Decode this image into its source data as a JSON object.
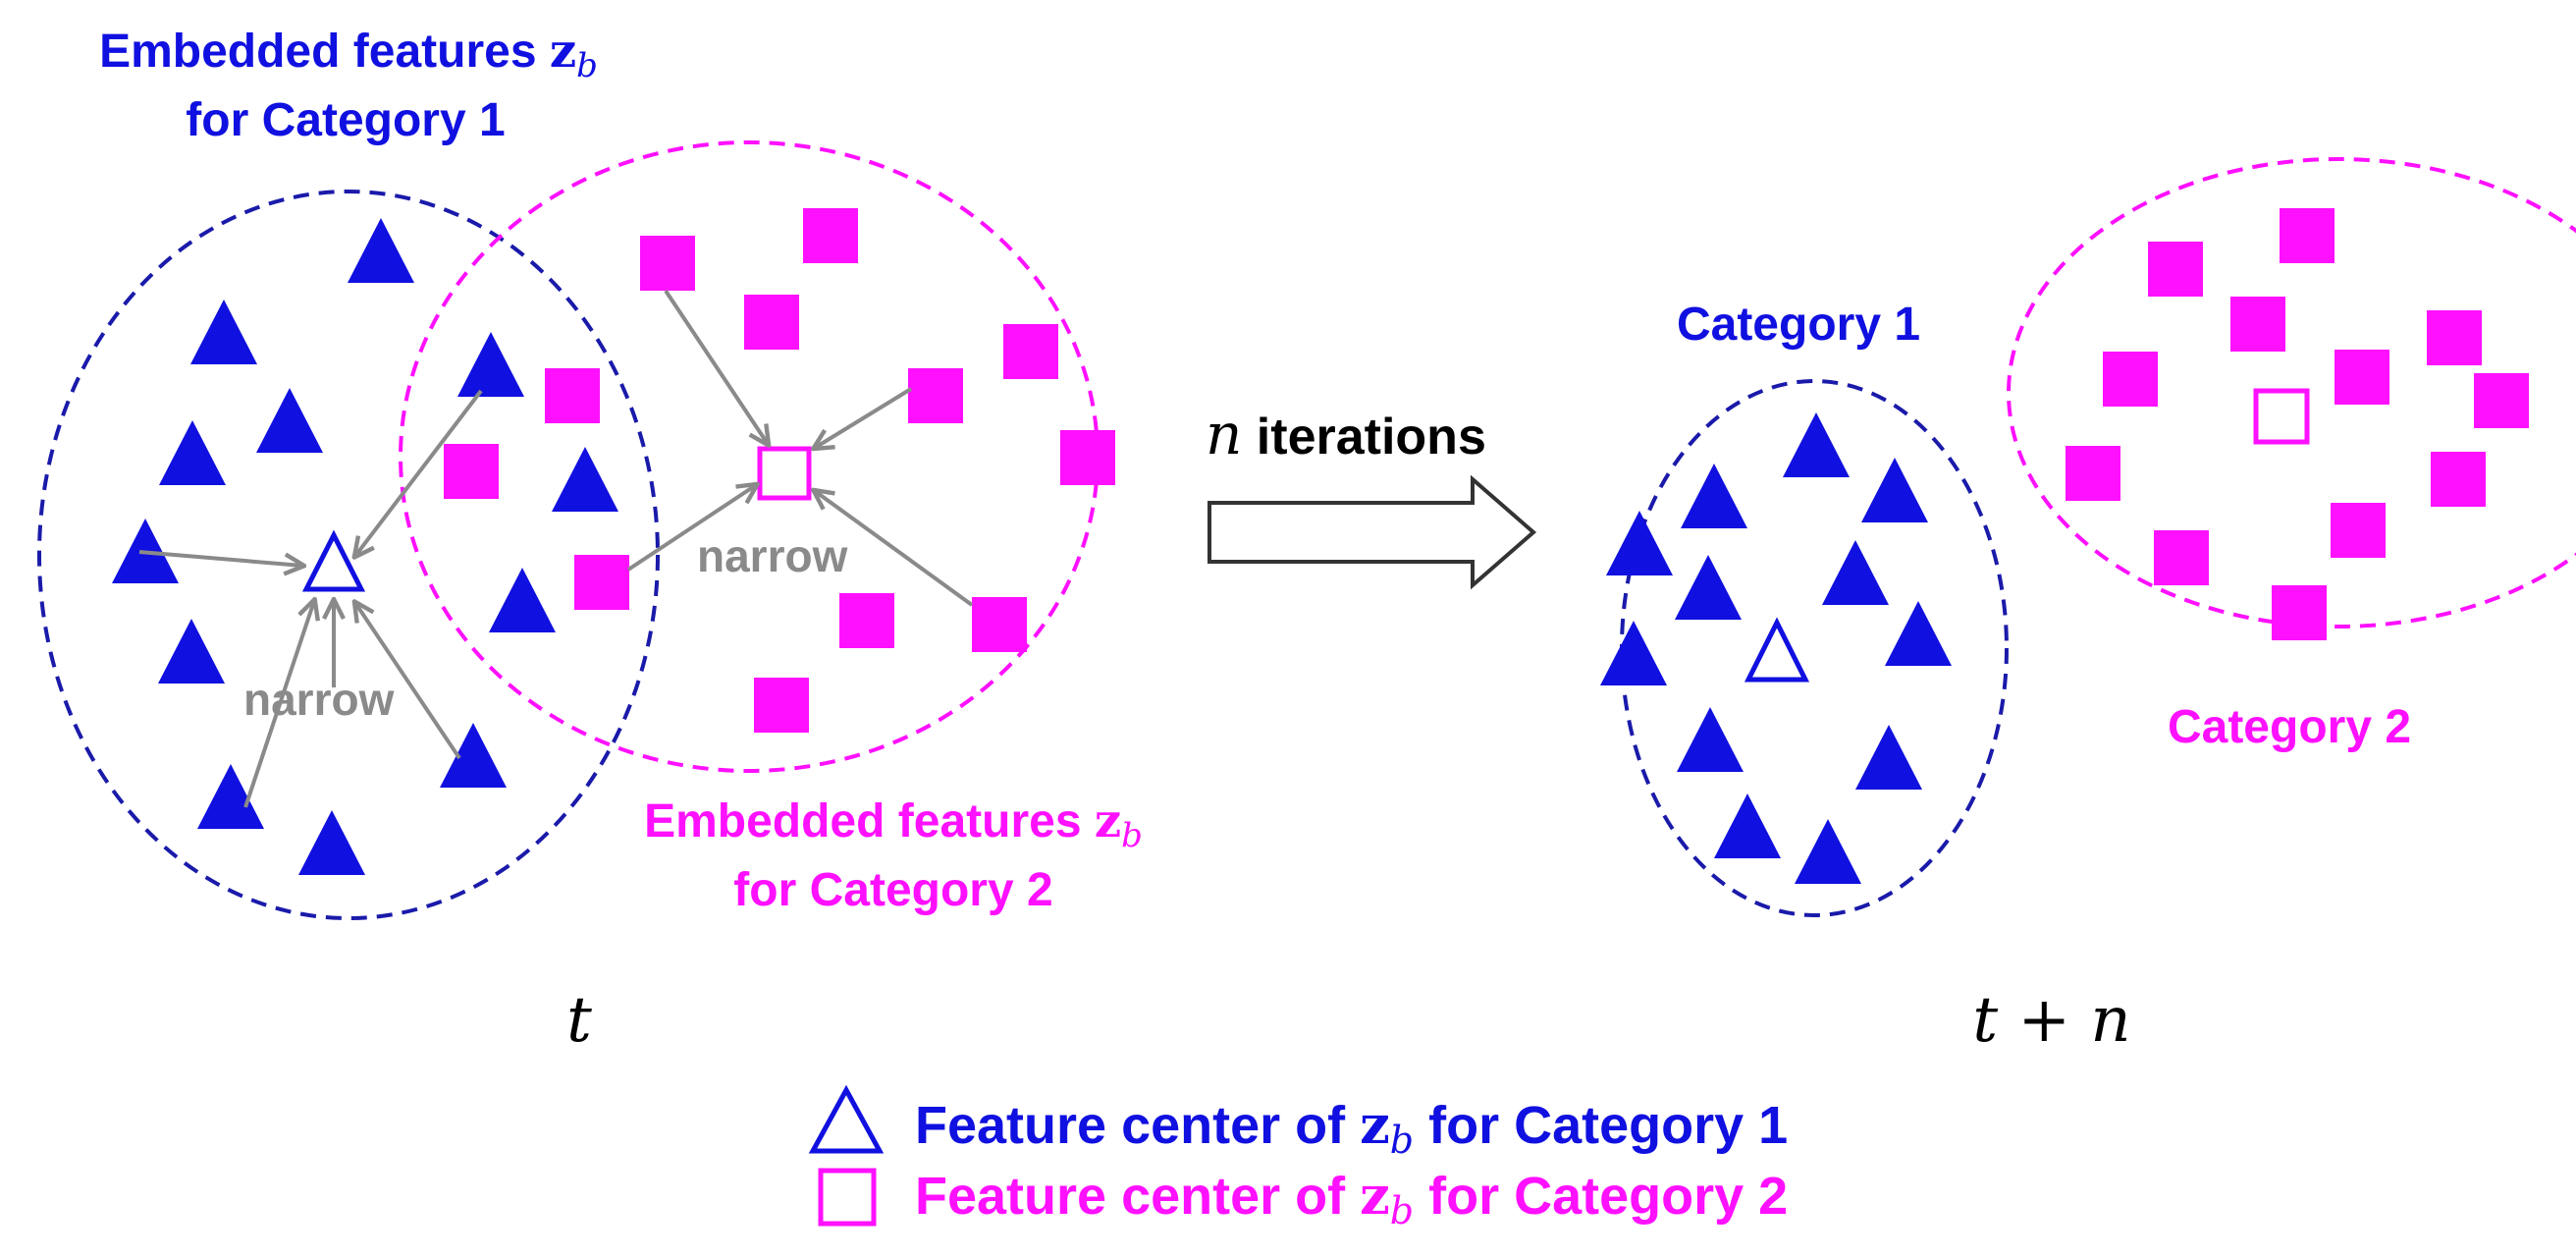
{
  "left_panel": {
    "title_cat1": {
      "line1": "Embedded features ",
      "var": "z",
      "sub": "b",
      "line2": "for Category 1"
    },
    "title_cat2": {
      "line1": "Embedded features ",
      "var": "z",
      "sub": "b",
      "line2": "for Category 2"
    },
    "narrow_label_1": "narrow",
    "narrow_label_2": "narrow",
    "time_label": "t"
  },
  "transition": {
    "n": "n",
    "label": " iterations"
  },
  "right_panel": {
    "category1_label": "Category 1",
    "category2_label": "Category 2",
    "time_label": "t + n"
  },
  "legend": {
    "item1": {
      "prefix": "Feature center of ",
      "var": "z",
      "sub": "b",
      "suffix": " for Category 1"
    },
    "item2": {
      "prefix": "Feature center of ",
      "var": "z",
      "sub": "b",
      "suffix": " for Category 2"
    }
  },
  "colors": {
    "category1": "#1010e0",
    "category2": "#ff10ff",
    "arrow": "#8a8a8a"
  }
}
